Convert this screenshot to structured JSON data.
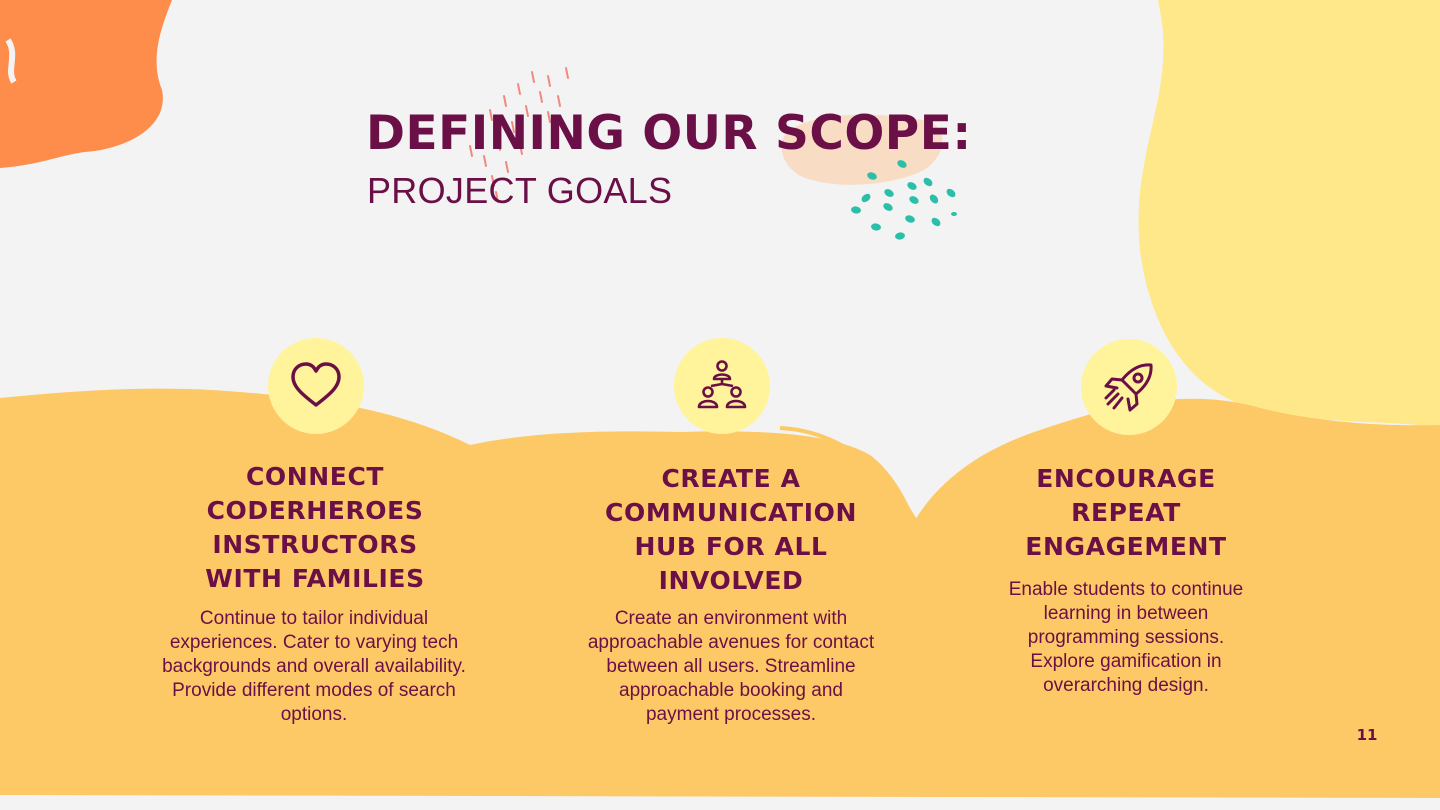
{
  "slide": {
    "title": "DEFINING OUR SCOPE:",
    "subtitle": "PROJECT GOALS",
    "page_number": "11"
  },
  "goals": [
    {
      "icon": "heart-icon",
      "heading": "CONNECT CODERHEROES INSTRUCTORS WITH FAMILIES",
      "body": "Continue to tailor individual experiences. Cater to varying tech backgrounds and overall availability. Provide different modes of search options."
    },
    {
      "icon": "people-network-icon",
      "heading": "CREATE A COMMUNICATION HUB FOR ALL INVOLVED",
      "body": "Create an environment with approachable avenues for contact between all users. Streamline approachable booking and payment processes."
    },
    {
      "icon": "rocket-icon",
      "heading": "ENCOURAGE REPEAT ENGAGEMENT",
      "body": "Enable students to continue learning in between programming sessions. Explore gamification in overarching design."
    }
  ],
  "colors": {
    "primary_text": "#6b0f47",
    "background": "#f3f3f3",
    "band": "#fdc866",
    "icon_circle": "#fff39b",
    "blob_yellow": "#ffe88a",
    "blob_orange": "#fe8c4b",
    "accent_teal": "#2bbfa9",
    "accent_peach": "#f9dcc4",
    "accent_pink": "#f08a7e"
  }
}
